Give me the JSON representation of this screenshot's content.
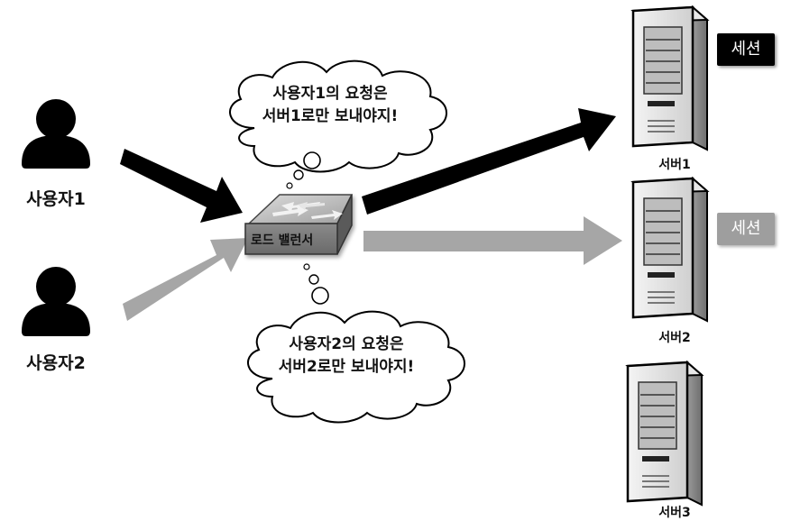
{
  "users": [
    {
      "label": "사용자1"
    },
    {
      "label": "사용자2"
    }
  ],
  "load_balancer": {
    "label": "로드 밸런서"
  },
  "bubbles": [
    {
      "line1": "사용자1의 요청은",
      "line2": "서버1로만 보내야지!"
    },
    {
      "line1": "사용자2의 요청은",
      "line2": "서버2로만 보내야지!"
    }
  ],
  "servers": [
    {
      "label": "서버1",
      "session": "세션"
    },
    {
      "label": "서버2",
      "session": "세션"
    },
    {
      "label": "서버3"
    }
  ],
  "colors": {
    "user1_arrow": "#000000",
    "user2_arrow": "#a6a6a6",
    "session1_badge": "#000000",
    "session2_badge": "#9e9e9e"
  }
}
